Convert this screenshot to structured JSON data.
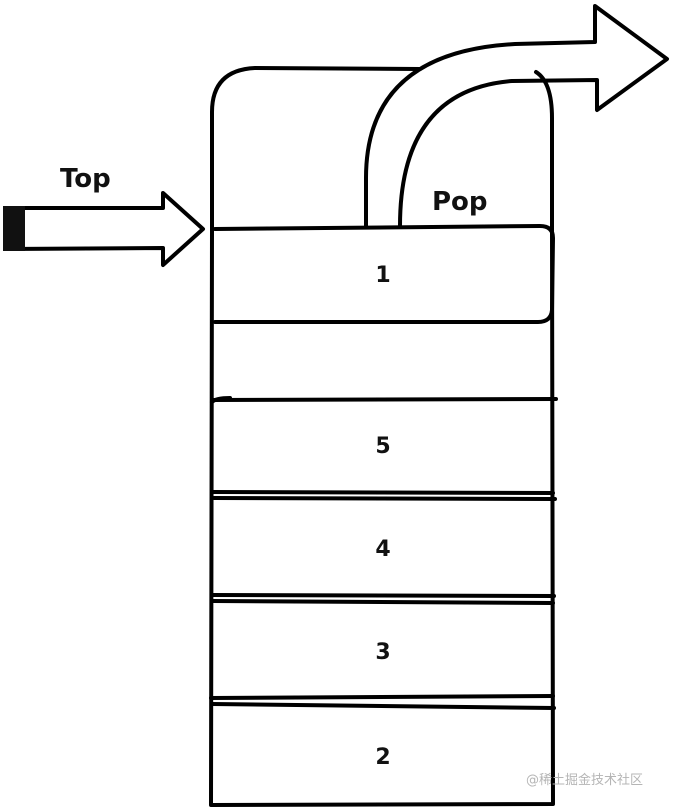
{
  "labels": {
    "top": "Top",
    "pop": "Pop"
  },
  "stack": {
    "popped_item": "1",
    "items": [
      "5",
      "4",
      "3",
      "2"
    ]
  },
  "watermark": "@稀土掘金技术社区"
}
